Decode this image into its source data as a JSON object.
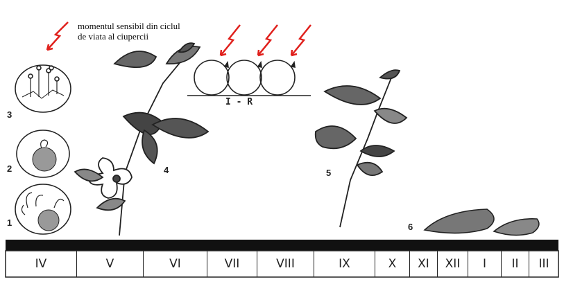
{
  "annotation": {
    "line1": "momentul sensibil din ciclul",
    "line2": "de viata al ciupercii"
  },
  "figure_numbers": [
    "1",
    "2",
    "3",
    "4",
    "5",
    "6"
  ],
  "cycle_label": "I - R",
  "months": [
    "IV",
    "V",
    "VI",
    "VII",
    "VIII",
    "IX",
    "X",
    "XI",
    "XII",
    "I",
    "II",
    "III"
  ],
  "colors": {
    "arrow": "#e0201c",
    "ink": "#222222"
  },
  "icons": [
    "red-arrow-icon",
    "spore-circle-icon",
    "apple-shoot-icon",
    "leaf-icon"
  ]
}
